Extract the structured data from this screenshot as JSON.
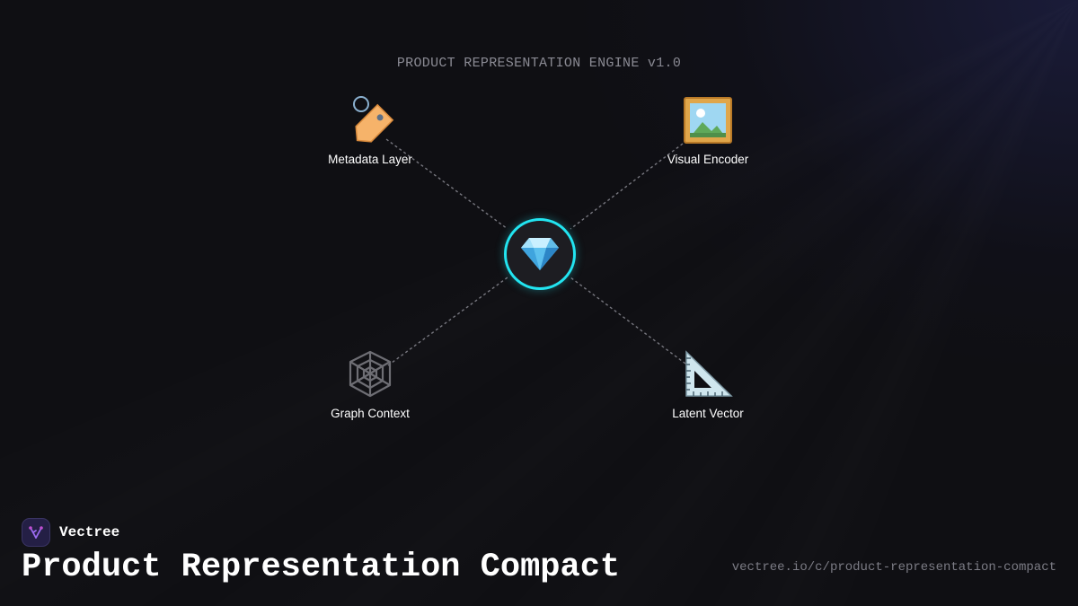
{
  "engine_title": "PRODUCT REPRESENTATION ENGINE v1.0",
  "hub": {
    "icon": "gem-icon",
    "accent_color": "#22e4f0"
  },
  "nodes": [
    {
      "label": "Metadata Layer",
      "icon": "tag-icon"
    },
    {
      "label": "Visual Encoder",
      "icon": "framed-picture-icon"
    },
    {
      "label": "Graph Context",
      "icon": "spider-web-icon"
    },
    {
      "label": "Latent Vector",
      "icon": "triangular-ruler-icon"
    }
  ],
  "brand": {
    "name": "Vectree",
    "logo_color": "#241f45"
  },
  "title": "Product Representation Compact",
  "url": "vectree.io/c/product-representation-compact"
}
